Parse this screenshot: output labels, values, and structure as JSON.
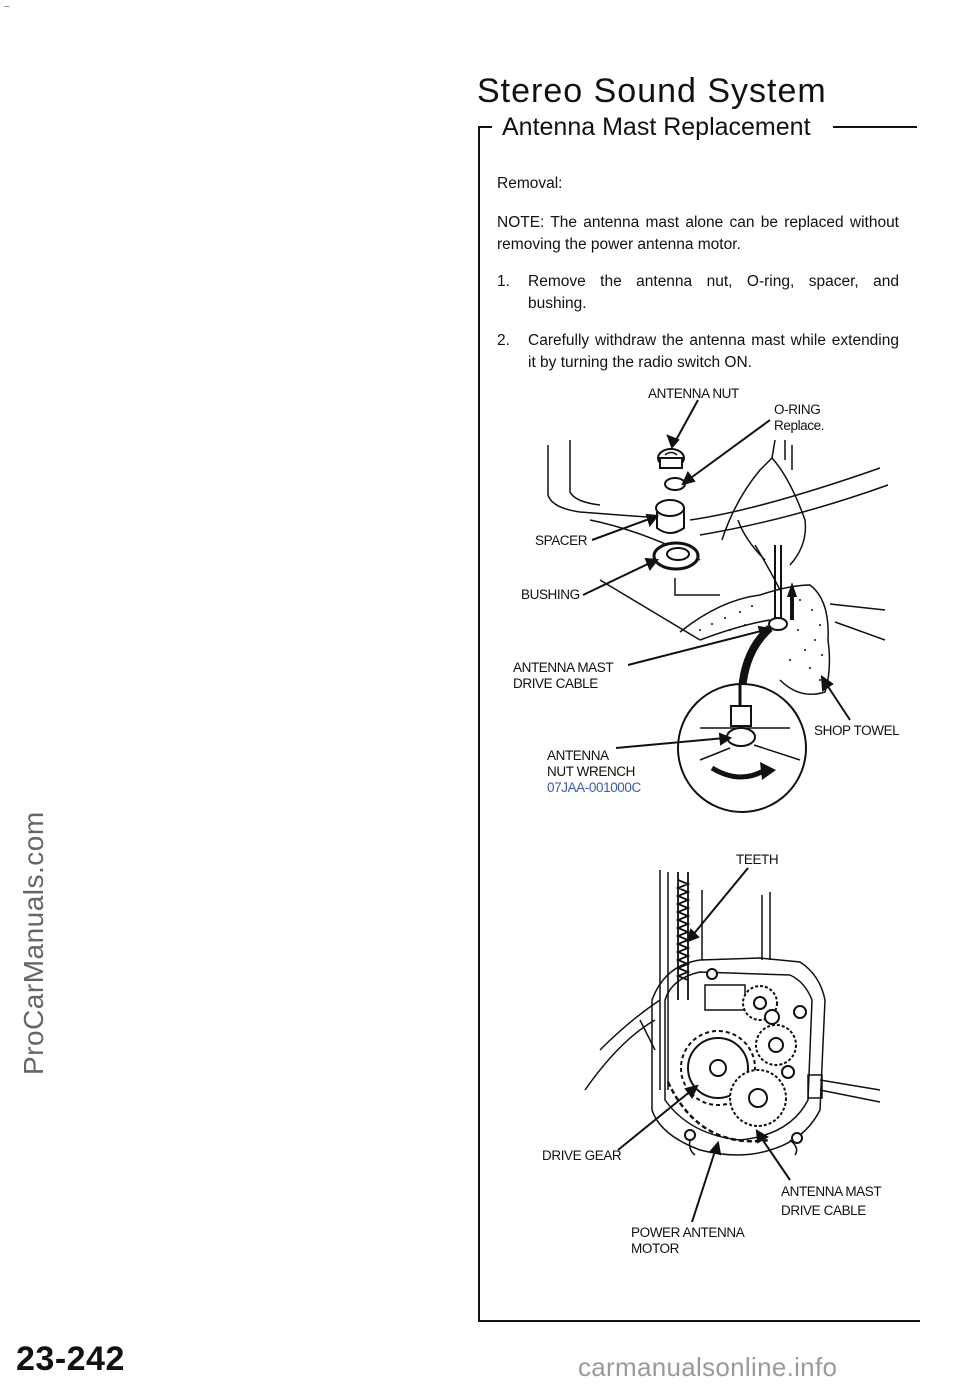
{
  "watermark": "ProCarManuals.com",
  "corner_mark": "~",
  "header": {
    "title": "Stereo Sound System",
    "subtitle": "Antenna Mast Replacement"
  },
  "body": {
    "removal_heading": "Removal:",
    "note": "NOTE:  The antenna mast alone can be replaced without removing the power antenna motor.",
    "steps": [
      {
        "num": "1.",
        "text": "Remove the antenna nut, O-ring, spacer, and bushing."
      },
      {
        "num": "2.",
        "text": "Carefully withdraw the antenna mast while extending it by turning the radio switch ON."
      }
    ]
  },
  "figure1": {
    "labels": {
      "antenna_nut": "ANTENNA  NUT",
      "o_ring": "O-RING",
      "o_ring_note": "Replace.",
      "spacer": "SPACER",
      "bushing": "BUSHING",
      "drive_cable_1": "ANTENNA  MAST",
      "drive_cable_2": "DRIVE CABLE",
      "shop_towel": "SHOP TOWEL",
      "wrench_1": "ANTENNA",
      "wrench_2": "NUT  WRENCH",
      "wrench_part": "07JAA-001000C"
    }
  },
  "figure2": {
    "labels": {
      "teeth": "TEETH",
      "drive_gear": "DRIVE GEAR",
      "cable_1": "ANTENNA  MAST",
      "cable_2": "DRIVE CABLE",
      "motor_1": "POWER  ANTENNA",
      "motor_2": "MOTOR"
    }
  },
  "footer": {
    "page_number": "23-242",
    "site": "carmanualsonline.info"
  },
  "colors": {
    "text": "#111111",
    "part_number": "#3b5bb0",
    "watermark": "#666666",
    "footer": "#9a9a9a"
  }
}
